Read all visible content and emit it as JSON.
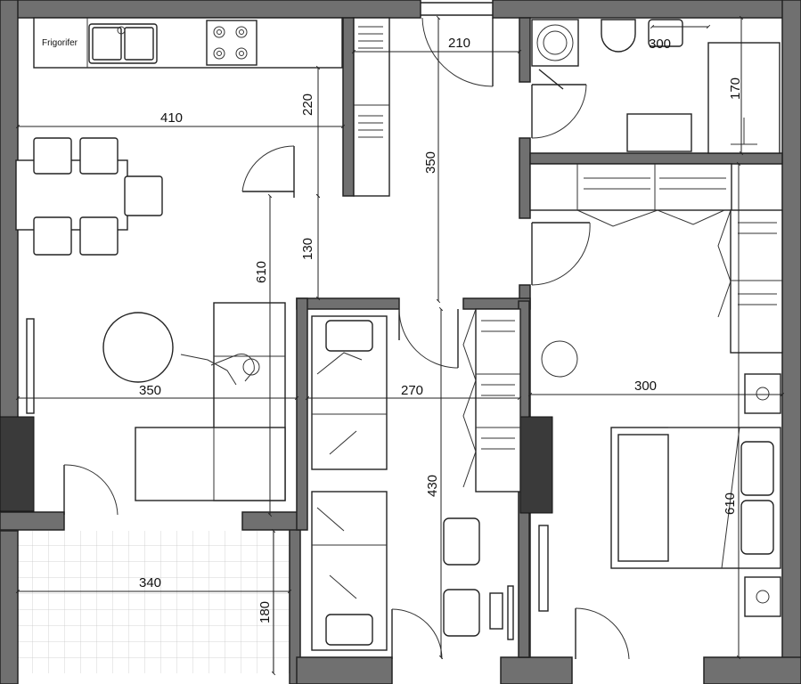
{
  "labels": {
    "fridge": "Frigorifer"
  },
  "dimensions": {
    "kitchen_width": "410",
    "kitchen_depth": "220",
    "hall_door": "210",
    "hall_length": "350",
    "bath_width": "300",
    "bath_depth": "170",
    "living_height": "610",
    "passage": "130",
    "living_width": "350",
    "middle_width": "270",
    "middle_height": "430",
    "bedroom_width": "300",
    "bedroom_height": "610",
    "balcony_width": "340",
    "balcony_depth": "180"
  }
}
